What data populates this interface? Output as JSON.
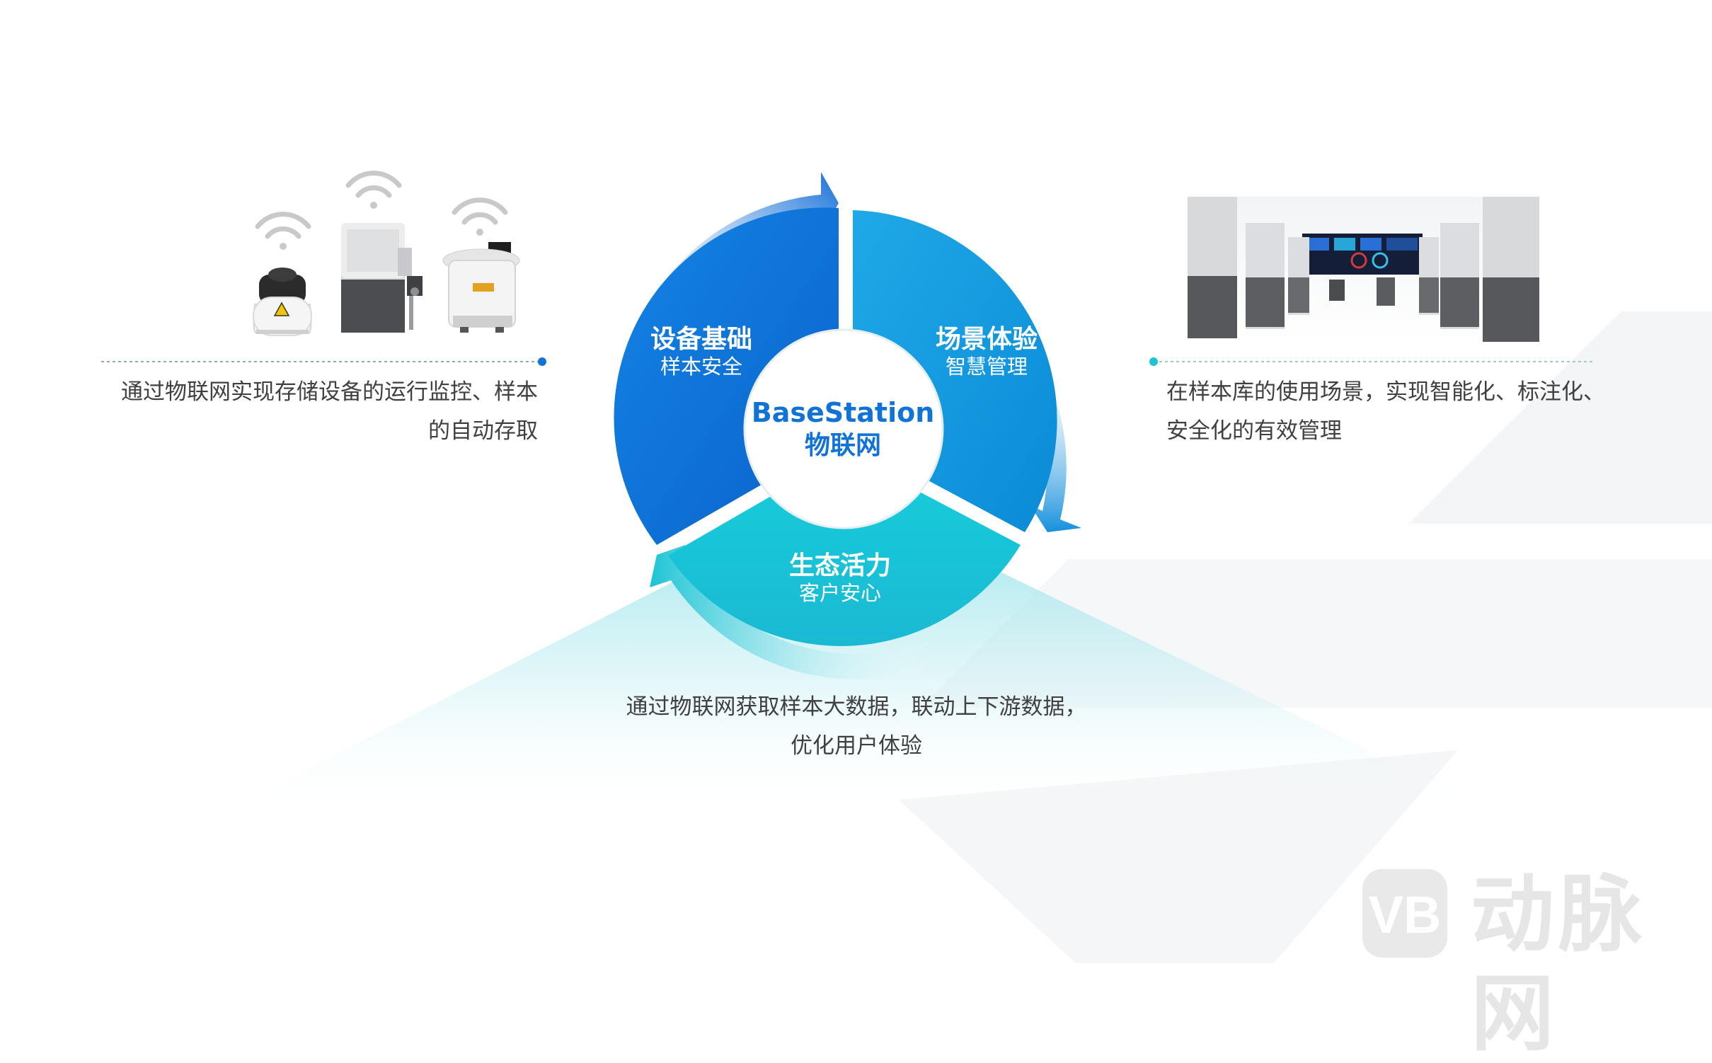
{
  "hub": {
    "title": "BaseStation",
    "subtitle": "物联网"
  },
  "segments": [
    {
      "title": "设备基础",
      "subtitle": "样本安全",
      "color": "#0d72d8"
    },
    {
      "title": "场景体验",
      "subtitle": "智慧管理",
      "color": "#109ee0"
    },
    {
      "title": "生态活力",
      "subtitle": "客户安心",
      "color": "#1cc9d6"
    }
  ],
  "left_description": {
    "lines": [
      "通过物联网实现存储设备的运行监控、样本",
      "的自动存取"
    ]
  },
  "right_description": {
    "lines": [
      "在样本库的使用场景，实现智能化、标注化、",
      "安全化的有效管理"
    ]
  },
  "bottom_description": {
    "lines": [
      "通过物联网获取样本大数据，联动上下游数据，",
      "优化用户体验"
    ]
  },
  "watermark": {
    "text": "动脉网",
    "logo_text": "VB"
  },
  "colors": {
    "accent_blue": "#1273d6",
    "accent_cyan": "#16c5d5",
    "text": "#404040"
  }
}
